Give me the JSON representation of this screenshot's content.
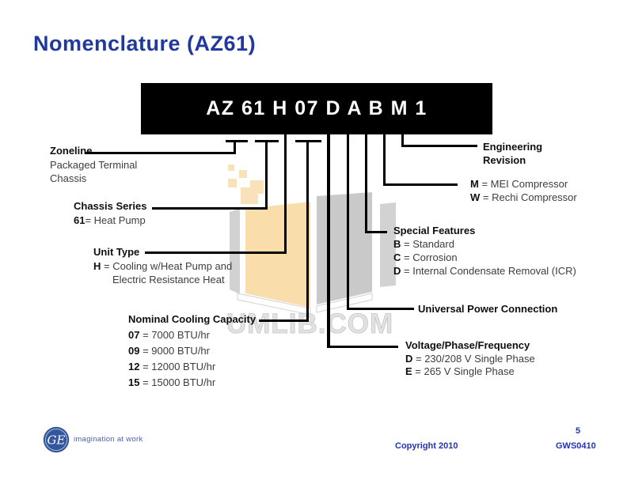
{
  "page": {
    "title": "Nomenclature (AZ61)"
  },
  "model_box": {
    "code": "AZ 61 H 07 D A B M 1"
  },
  "callouts": {
    "zoneline": {
      "title": "Zoneline",
      "line1": "Packaged Terminal",
      "line2": "Chassis"
    },
    "chassis_series": {
      "title": "Chassis Series",
      "key1": "61",
      "val1": "= Heat Pump"
    },
    "unit_type": {
      "title": "Unit Type",
      "key1": "H",
      "val1": " = Cooling w/Heat Pump and",
      "cont1": "Electric Resistance Heat"
    },
    "cooling": {
      "title": "Nominal Cooling Capacity",
      "key1": "07",
      "val1": " = 7000 BTU/hr",
      "key2": "09",
      "val2": " = 9000 BTU/hr",
      "key3": "12",
      "val3": " = 12000 BTU/hr",
      "key4": "15",
      "val4": " = 15000 BTU/hr"
    },
    "engineering": {
      "title_line1": "Engineering",
      "title_line2": "Revision"
    },
    "compressor": {
      "key1": "M",
      "val1": " = MEI Compressor",
      "key2": "W",
      "val2": " = Rechi Compressor"
    },
    "special_features": {
      "title": "Special Features",
      "key1": "B",
      "val1": " = Standard",
      "key2": "C",
      "val2": " = Corrosion",
      "key3": "D",
      "val3": " = Internal Condensate Removal (ICR)"
    },
    "universal_power": {
      "title": "Universal Power Connection"
    },
    "voltage": {
      "title": "Voltage/Phase/Frequency",
      "key1": "D",
      "val1": " = 230/208 V Single Phase",
      "key2": "E",
      "val2": " = 265 V Single Phase"
    }
  },
  "watermark": {
    "text": "UMLIB.COM"
  },
  "footer": {
    "logo_monogram": "GE",
    "tagline": "imagination at work",
    "copyright": "Copyright 2010",
    "page_number": "5",
    "doc_code": "GWS0410"
  },
  "colors": {
    "title_blue": "#21399c",
    "footer_blue": "#2231b8",
    "box_black": "#000000",
    "watermark_orange": "#f9deac",
    "watermark_gray": "#c9c9c9"
  }
}
